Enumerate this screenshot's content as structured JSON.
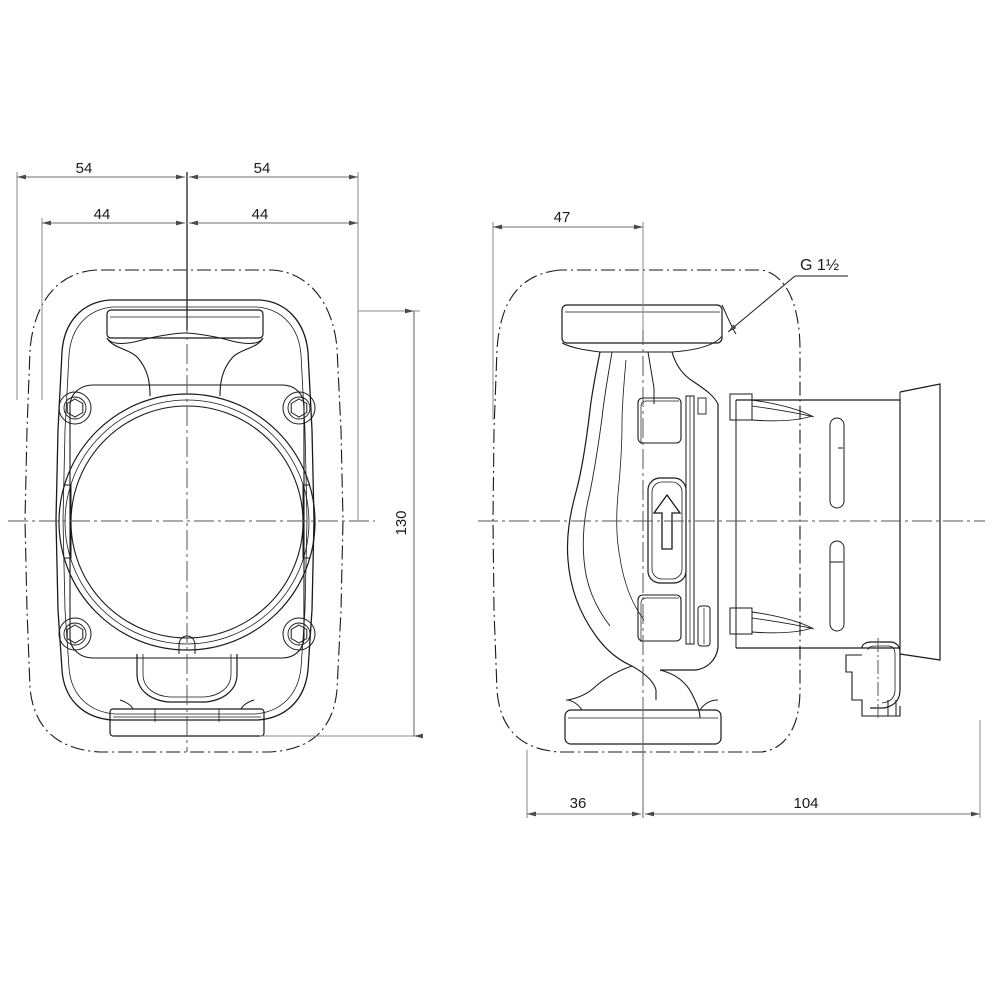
{
  "drawing": {
    "type": "technical-engineering-drawing",
    "subject": "circulation pump outline drawing",
    "views": [
      {
        "id": "front-view",
        "name": "front view (motor axis view)"
      },
      {
        "id": "side-view",
        "name": "side view (section / profile)"
      }
    ],
    "background_color": "#ffffff",
    "line_color": "#1a1a1a",
    "dim_line_color": "#6e6e6e"
  },
  "dimensions": {
    "front_top_left_54": "54",
    "front_top_right_54": "54",
    "front_mid_left_44": "44",
    "front_mid_right_44": "44",
    "front_height_130": "130",
    "side_top_47": "47",
    "side_bottom_36": "36",
    "side_bottom_104": "104"
  },
  "callouts": {
    "thread_label": "G 1½"
  },
  "symbols": {
    "flow_arrow": "flow-direction-arrow-up"
  },
  "chart_data": {
    "type": "table",
    "title": "Pump outline dimensions (mm)",
    "categories": [
      "54",
      "54",
      "44",
      "44",
      "130",
      "47",
      "36",
      "104"
    ],
    "values": [
      54,
      54,
      44,
      44,
      130,
      47,
      36,
      104
    ],
    "xlabel": "",
    "ylabel": "",
    "annotations": [
      "G 1½"
    ]
  }
}
